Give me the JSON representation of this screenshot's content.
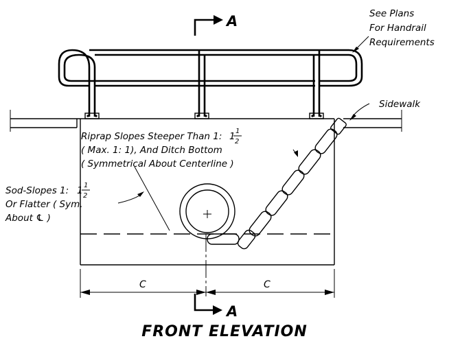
{
  "drawing": {
    "title": "FRONT ELEVATION",
    "section_mark": "A",
    "notes": {
      "handrail_line1": "See Plans",
      "handrail_line2": "For Handrail",
      "handrail_line3": "Requirements",
      "sidewalk": "Sidewalk",
      "riprap_line1": "Riprap Slopes Steeper Than  1:",
      "riprap_line2": "( Max. 1: 1), And Ditch Bottom",
      "riprap_line3": "( Symmetrical About Centerline )",
      "sod_line1": "Sod-Slopes  1:",
      "sod_line2": "Or Flatter ( Sym.",
      "sod_line3": "About ℄ )"
    },
    "ratio_whole": "1",
    "ratio_num": "1",
    "ratio_den": "2",
    "dimension_left": "C",
    "dimension_right": "C"
  }
}
